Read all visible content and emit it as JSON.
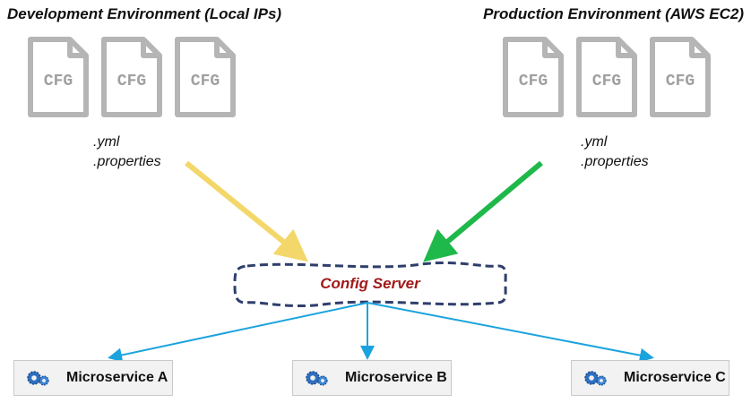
{
  "dev": {
    "title": "Development Environment (Local IPs)",
    "file_label": "CFG",
    "extensions": [
      ".yml",
      ".properties"
    ],
    "arrow_color": "#f3d76a"
  },
  "prod": {
    "title": "Production Environment (AWS EC2)",
    "file_label": "CFG",
    "extensions": [
      ".yml",
      ".properties"
    ],
    "arrow_color": "#1fb84a"
  },
  "server": {
    "label": "Config Server",
    "border_color": "#2e3f6b",
    "label_color": "#a11a1a"
  },
  "services": [
    {
      "label": "Microservice A"
    },
    {
      "label": "Microservice B"
    },
    {
      "label": "Microservice C"
    }
  ],
  "colors": {
    "file_gray": "#b5b5b5",
    "service_arrow": "#1ba3dd"
  },
  "icons": {
    "file": "config-file-icon",
    "service": "gears-icon"
  }
}
